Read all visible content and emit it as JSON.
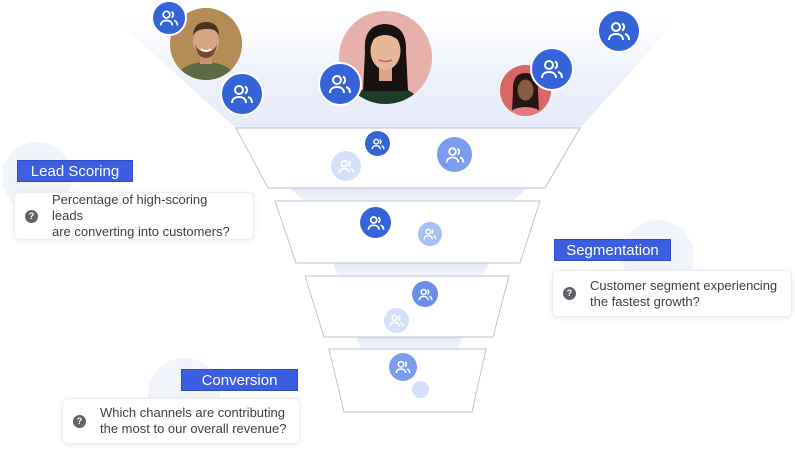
{
  "colors": {
    "accent": "#3c5ee0",
    "user_icon": "#3563d8",
    "user_icon_faded": "#a9c0f5",
    "funnel_fill": "#eef1fb",
    "question_icon": "#5f6368"
  },
  "stages": [
    {
      "label": "Lead Scoring",
      "question_line1": "Percentage of high-scoring leads",
      "question_line2": "are converting into customers?"
    },
    {
      "label": "Segmentation",
      "question_line1": "Customer segment experiencing",
      "question_line2": "the fastest growth?"
    },
    {
      "label": "Conversion",
      "question_line1": "Which channels are contributing",
      "question_line2": "the most to our overall revenue?"
    }
  ],
  "question_icon_glyph": "?",
  "icons": {
    "user": "user-group-icon",
    "help": "question-mark-icon"
  }
}
